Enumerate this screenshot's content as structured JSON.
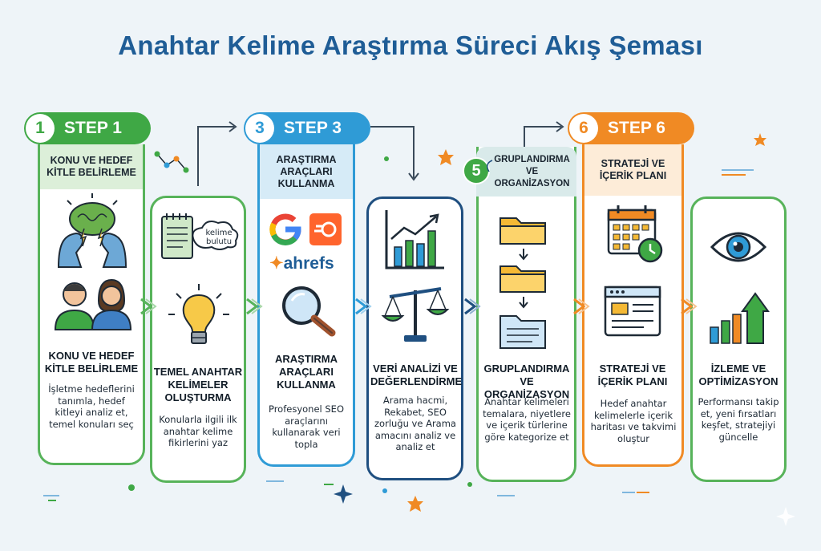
{
  "title": "Anahtar Kelime Araştırma Süreci Akış Şeması",
  "pills": [
    {
      "num": "1",
      "label": "STEP 1",
      "color": "#3fa845"
    },
    {
      "num": "3",
      "label": "STEP 3",
      "color": "#2f9bd6"
    },
    {
      "num": "6",
      "label": "STEP 6",
      "color": "#f08a24"
    }
  ],
  "badge5": "5",
  "headers": {
    "s1": "KONU VE HEDEF KİTLE BELİRLEME",
    "s3": "ARAŞTIRMA ARAÇLARI KULLANMA",
    "s5": "GRUPLANDIRMA VE ORGANİZASYON",
    "s6": "STRATEJİ VE İÇERİK PLANI"
  },
  "cloud_text": "kelime bulutu",
  "ahrefs_logo": "ahrefs",
  "stages": [
    {
      "title": "KONU VE HEDEF KİTLE BELİRLEME",
      "desc": "İşletme hedeflerini tanımla, hedef kitleyi analiz et, temel konuları seç"
    },
    {
      "title": "TEMEL ANAHTAR KELİMELER OLUŞTURMA",
      "desc": "Konularla ilgili ilk anahtar kelime fikirlerini yaz"
    },
    {
      "title": "ARAŞTIRMA ARAÇLARI KULLANMA",
      "desc": "Profesyonel SEO araçlarını kullanarak veri topla"
    },
    {
      "title": "VERİ ANALİZİ VE DEĞERLENDİRME",
      "desc": "Arama hacmi, Rekabet, SEO zorluğu ve Arama amacını analiz ve analiz et"
    },
    {
      "title": "GRUPLANDIRMA VE ORGANİZASYON",
      "desc": "Anahtar kelimeleri temalara, niyetlere ve içerik türlerine göre kategorize et"
    },
    {
      "title": "STRATEJİ VE İÇERİK PLANI",
      "desc": "Hedef anahtar kelimelerle içerik haritası ve takvimi oluştur"
    },
    {
      "title": "İZLEME VE OPTİMİZASYON",
      "desc": "Performansı takip et, yeni fırsatları keşfet, stratejiyi güncelle"
    }
  ]
}
